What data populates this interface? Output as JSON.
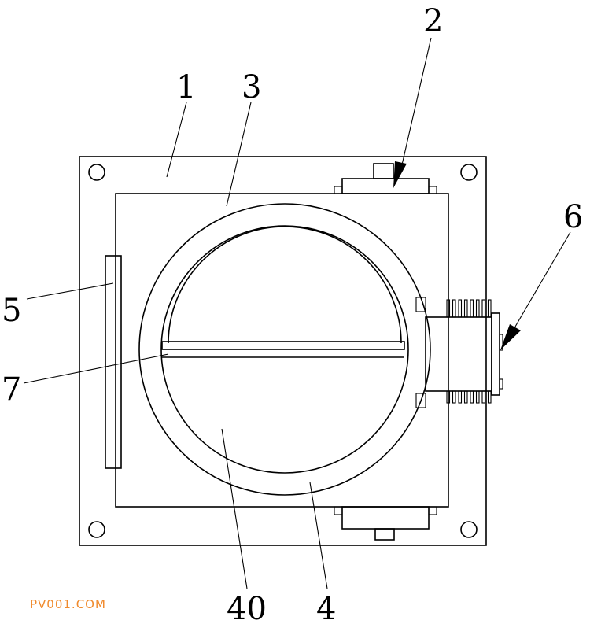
{
  "labels": {
    "l1": "1",
    "l2": "2",
    "l3": "3",
    "l4": "4",
    "l5": "5",
    "l6": "6",
    "l7": "7",
    "l40": "40"
  },
  "watermark": {
    "text": "PV001.COM",
    "color": "#f08a2c"
  }
}
